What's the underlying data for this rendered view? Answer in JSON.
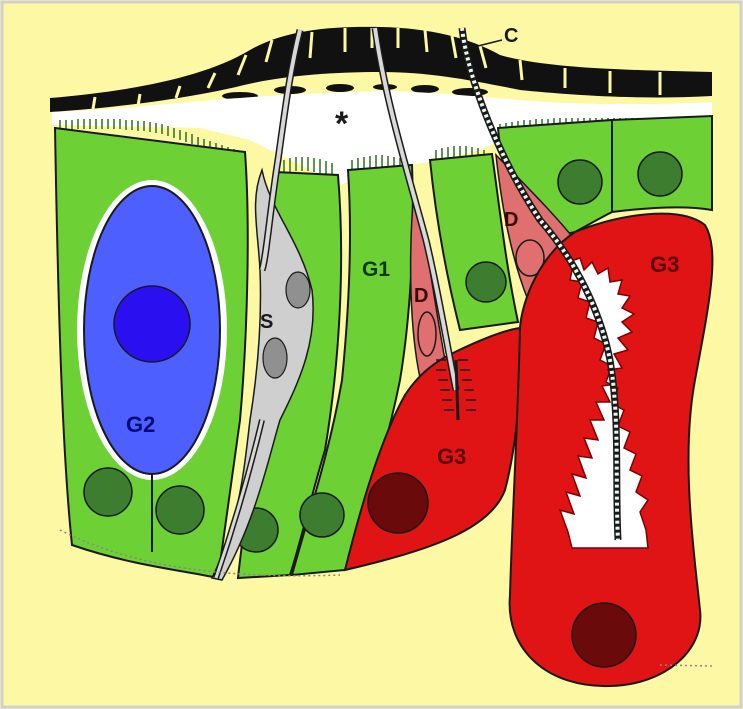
{
  "labels": {
    "cuticle": "C",
    "subcuticular_space": "*",
    "gland_g1": "G1",
    "gland_g2": "G2",
    "gland_g3_left": "G3",
    "gland_g3_right": "G3",
    "duct_left": "D",
    "duct_right": "D",
    "sensory_cell": "S"
  },
  "colors": {
    "background": "#fdf8a4",
    "frame": "#d6d6d6",
    "cuticle": "#111111",
    "subcuticular_space": "#ffffff",
    "epidermis": "#6dd136",
    "epidermis_nucleus": "#3d7d30",
    "g2_cell": "#4e5fff",
    "g2_nucleus": "#2a10f0",
    "g3_cell": "#e01414",
    "g3_nucleus": "#6a0a0a",
    "duct_cell": "#e07070",
    "sensory_cell": "#cfcfcf",
    "sensory_nucleus": "#909090",
    "label_dark": "#1a1a1a",
    "label_gland": "#0a0a7a",
    "label_g1": "#0d3a0d",
    "label_g3": "#5a0000"
  }
}
